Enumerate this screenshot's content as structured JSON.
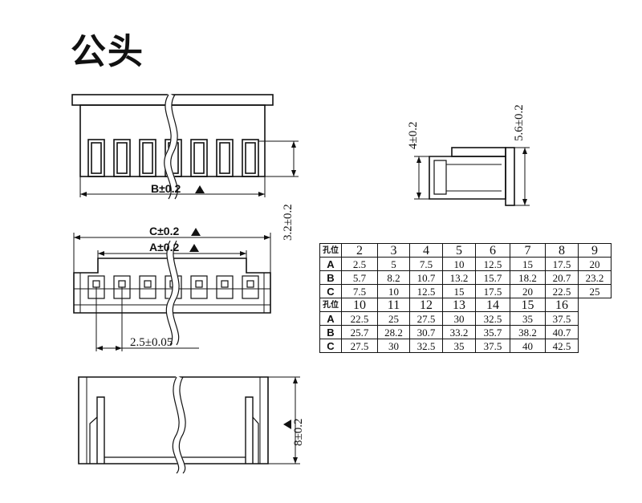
{
  "title": "公头",
  "dimensions": {
    "b": "B±0.2",
    "c": "C±0.2",
    "a": "A±0.2",
    "height_3_2": "3.2±0.2",
    "pitch": "2.5±0.05",
    "height_4": "4±0.2",
    "height_5_6": "5.6±0.2",
    "height_8": "8±0.2"
  },
  "table": {
    "corner_label": "孔位",
    "row_labels": [
      "A",
      "B",
      "C"
    ],
    "groups": [
      {
        "positions": [
          "2",
          "3",
          "4",
          "5",
          "6",
          "7",
          "8",
          "9"
        ],
        "A": [
          "2.5",
          "5",
          "7.5",
          "10",
          "12.5",
          "15",
          "17.5",
          "20"
        ],
        "B": [
          "5.7",
          "8.2",
          "10.7",
          "13.2",
          "15.7",
          "18.2",
          "20.7",
          "23.2"
        ],
        "C": [
          "7.5",
          "10",
          "12.5",
          "15",
          "17.5",
          "20",
          "22.5",
          "25"
        ]
      },
      {
        "positions": [
          "10",
          "11",
          "12",
          "13",
          "14",
          "15",
          "16"
        ],
        "A": [
          "22.5",
          "25",
          "27.5",
          "30",
          "32.5",
          "35",
          "37.5"
        ],
        "B": [
          "25.7",
          "28.2",
          "30.7",
          "33.2",
          "35.7",
          "38.2",
          "40.7"
        ],
        "C": [
          "27.5",
          "30",
          "32.5",
          "35",
          "37.5",
          "40",
          "42.5"
        ]
      }
    ]
  }
}
